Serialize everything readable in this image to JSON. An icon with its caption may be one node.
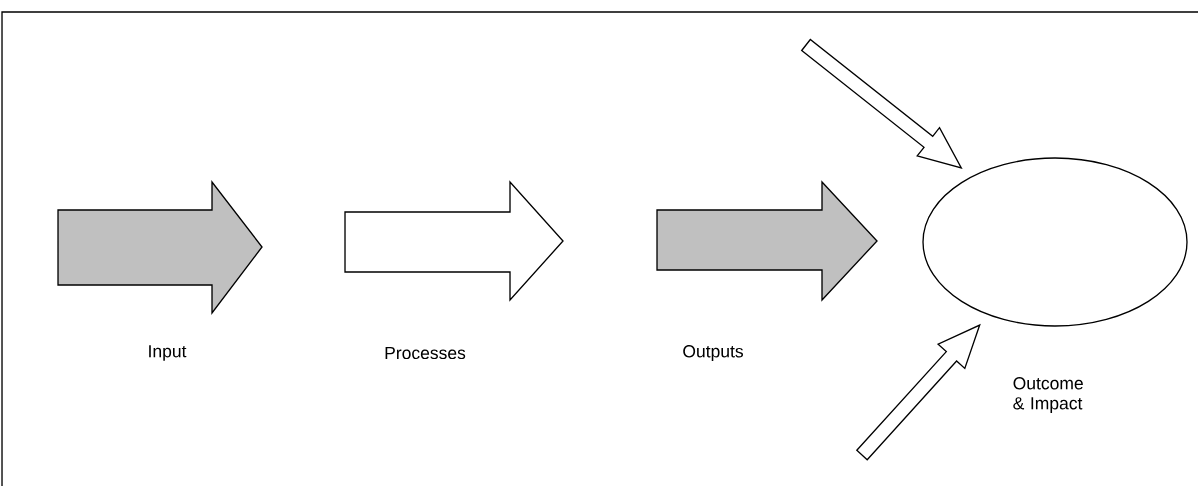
{
  "diagram": {
    "nodes": [
      {
        "text": [
          "Input"
        ]
      },
      {
        "text": [
          "Processes"
        ]
      },
      {
        "text": [
          "Outputs"
        ]
      },
      {
        "text": [
          "Outcome & Impact"
        ]
      }
    ],
    "edges": [
      {
        "from": null,
        "to": 3,
        "arrow": "to"
      },
      {
        "from": null,
        "to": 3,
        "arrow": "to"
      }
    ]
  }
}
